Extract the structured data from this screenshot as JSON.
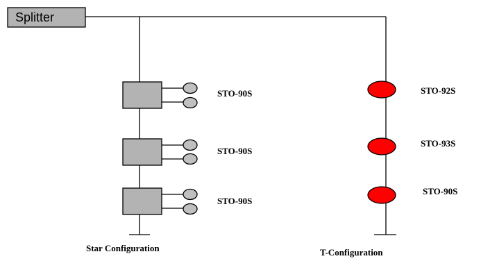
{
  "splitter": {
    "label": "Splitter"
  },
  "star_configuration": {
    "caption": "Star Configuration",
    "hubs": [
      {
        "label": "STO-90S"
      },
      {
        "label": "STO-90S"
      },
      {
        "label": "STO-90S"
      }
    ]
  },
  "t_configuration": {
    "caption": "T-Configuration",
    "nodes": [
      {
        "label": "STO-92S"
      },
      {
        "label": "STO-93S"
      },
      {
        "label": "STO-90S"
      }
    ]
  },
  "colors": {
    "box_fill": "#b3b3b3",
    "ellipse_fill": "#c0c0c0",
    "red_node_fill": "#ff0000",
    "stroke": "#000000"
  }
}
